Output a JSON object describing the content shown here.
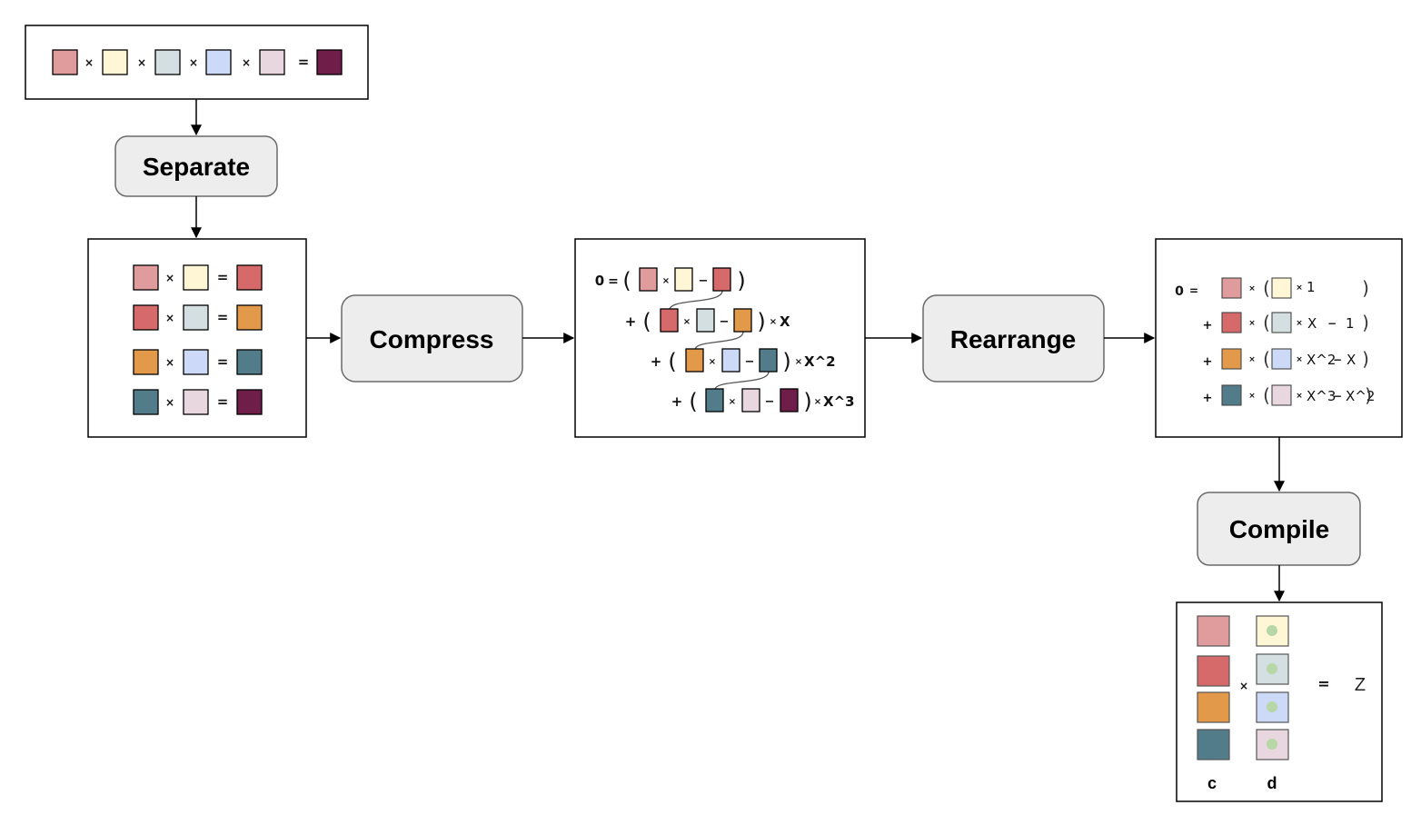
{
  "stages": {
    "separate": "Separate",
    "compress": "Compress",
    "rearrange": "Rearrange",
    "compile": "Compile"
  },
  "colors": {
    "pink": "#E09C9C",
    "cream": "#FFF6D6",
    "gray": "#D3DFE0",
    "lavender": "#CCDAF7",
    "blush": "#E8D7DE",
    "maroon": "#6F1E49",
    "red": "#D6696A",
    "orange": "#E3994A",
    "teal": "#527C89",
    "dot": "#B8D7A7"
  },
  "symbols": {
    "times": "×",
    "equals": "=",
    "minus": "−",
    "plus": "+",
    "zero": "0",
    "open_paren": "(",
    "close_paren": ")"
  },
  "compress": {
    "powers": [
      "",
      "X",
      "X^2",
      "X^3"
    ]
  },
  "rearrange": {
    "one": "1",
    "terms": [
      "X",
      "X^2",
      "X^3"
    ],
    "subs": [
      "1",
      "X",
      "X^2"
    ]
  },
  "compile": {
    "c_label": "c",
    "d_label": "d",
    "result": "Z"
  }
}
